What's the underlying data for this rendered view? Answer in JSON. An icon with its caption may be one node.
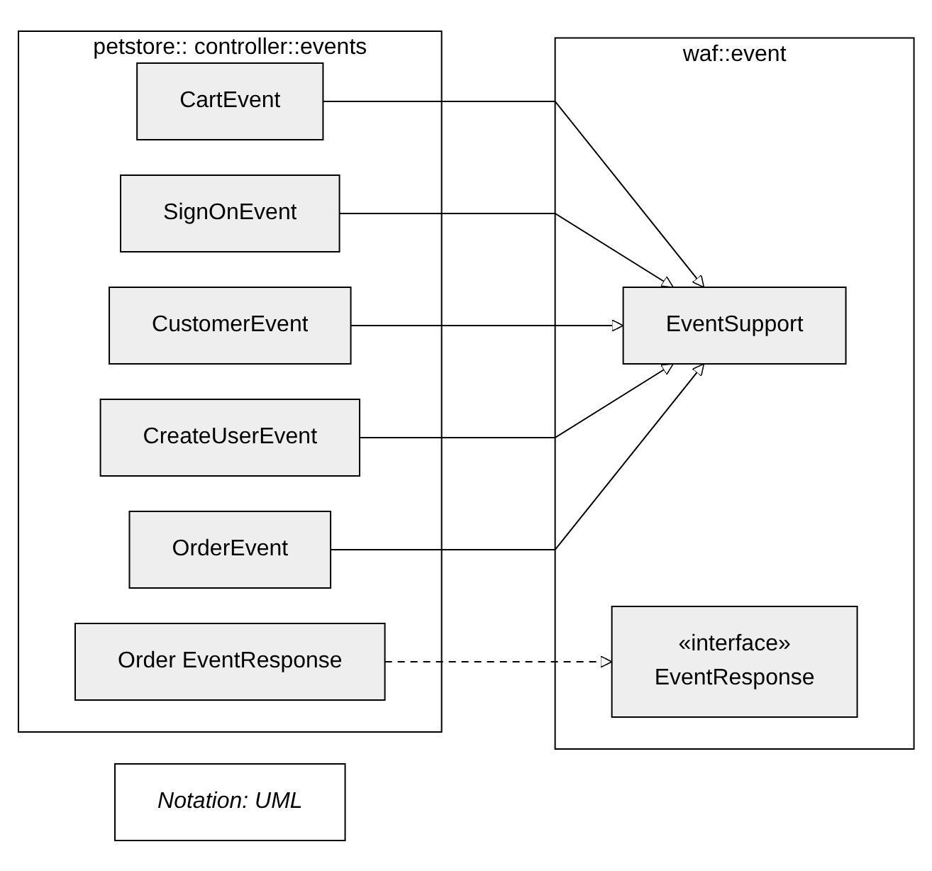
{
  "diagram": {
    "nodes": [
      {
        "text": [
          "petstore:: controller::events"
        ]
      },
      {
        "text": [
          "CartEvent"
        ],
        "in": 0
      },
      {
        "text": [
          "SignOnEvent"
        ],
        "in": 0
      },
      {
        "text": [
          "CustomerEvent"
        ],
        "in": 0
      },
      {
        "text": [
          "CreateUserEvent"
        ],
        "in": 0
      },
      {
        "text": [
          "OrderEvent"
        ],
        "in": 0
      },
      {
        "text": [
          "Order EventResponse"
        ],
        "in": 0
      },
      {
        "text": [
          "waf::event"
        ]
      },
      {
        "text": [
          "EventSupport"
        ],
        "in": 7
      },
      {
        "text": [
          "«interface»",
          "EventResponse"
        ],
        "in": 7
      },
      {
        "text": [
          "Notation: UML"
        ]
      }
    ],
    "edges": [
      {
        "from": 1,
        "to": 8,
        "arrow": "to"
      },
      {
        "from": 2,
        "to": 8,
        "arrow": "to"
      },
      {
        "from": 3,
        "to": 8,
        "arrow": "to"
      },
      {
        "from": 4,
        "to": 8,
        "arrow": "to"
      },
      {
        "from": 5,
        "to": 8,
        "arrow": "to"
      },
      {
        "from": 6,
        "to": 9,
        "arrow": "to",
        "style": "dashed"
      }
    ]
  }
}
